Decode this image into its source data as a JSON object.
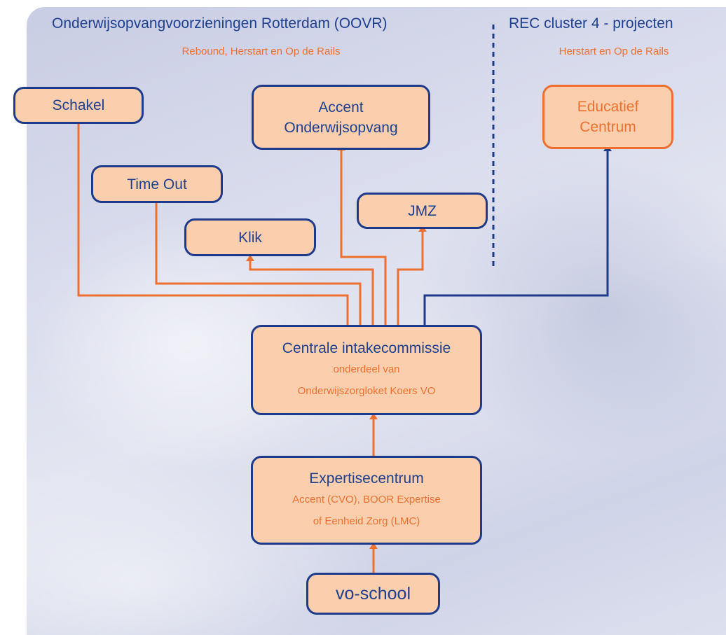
{
  "header": {
    "left_title": "Onderwijsopvangvoorzieningen Rotterdam (OOVR)",
    "left_subtitle": "Rebound, Herstart en Op de Rails",
    "right_title": "REC cluster 4 - projecten",
    "right_subtitle": "Herstart en Op de Rails"
  },
  "nodes": {
    "schakel": "Schakel",
    "accent_line1": "Accent",
    "accent_line2": "Onderwijsopvang",
    "educatief_line1": "Educatief",
    "educatief_line2": "Centrum",
    "time_out": "Time Out",
    "jmz": "JMZ",
    "klik": "Klik",
    "centrale_title": "Centrale intakecommissie",
    "centrale_sub1": "onderdeel van",
    "centrale_sub2": "Onderwijszorgloket Koers VO",
    "expertise_title": "Expertisecentrum",
    "expertise_sub1": "Accent (CVO), BOOR Expertise",
    "expertise_sub2": "of Eenheid Zorg (LMC)",
    "vo_school": "vo-school"
  },
  "colors": {
    "navy": "#1e3a8a",
    "orange": "#ee7030",
    "box_fill": "#fbcfae"
  }
}
